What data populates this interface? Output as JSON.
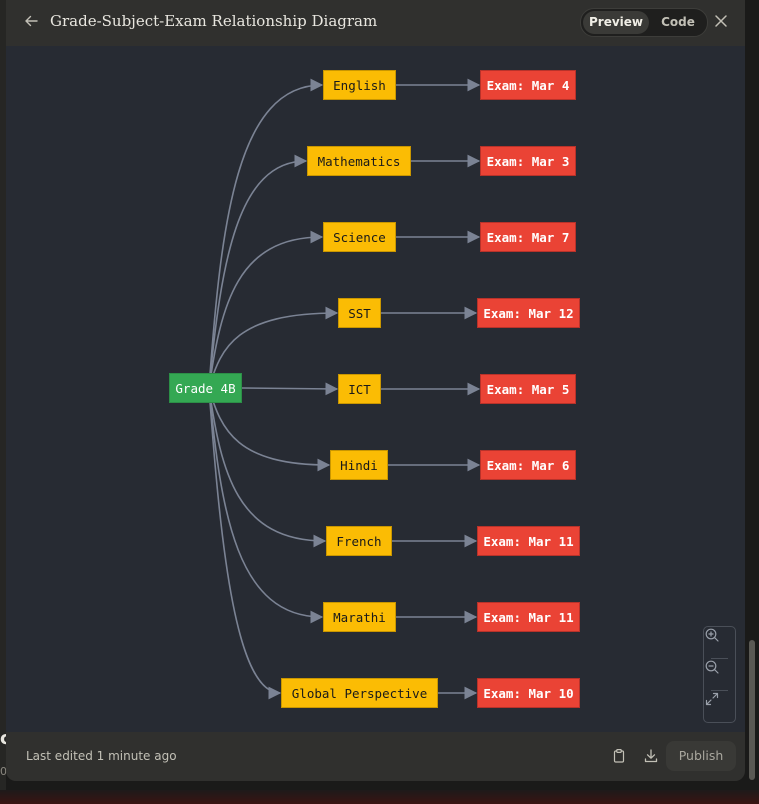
{
  "header": {
    "title": "Grade-Subject-Exam Relationship Diagram",
    "preview_label": "Preview",
    "code_label": "Code"
  },
  "diagram": {
    "root": "Grade 4B",
    "subjects": [
      {
        "name": "English",
        "exam": "Exam: Mar 4"
      },
      {
        "name": "Mathematics",
        "exam": "Exam: Mar 3"
      },
      {
        "name": "Science",
        "exam": "Exam: Mar 7"
      },
      {
        "name": "SST",
        "exam": "Exam: Mar 12"
      },
      {
        "name": "ICT",
        "exam": "Exam: Mar 5"
      },
      {
        "name": "Hindi",
        "exam": "Exam: Mar 6"
      },
      {
        "name": "French",
        "exam": "Exam: Mar 11"
      },
      {
        "name": "Marathi",
        "exam": "Exam: Mar 11"
      },
      {
        "name": "Global Perspective",
        "exam": "Exam: Mar 10"
      }
    ],
    "colors": {
      "root": "#34a853",
      "subject": "#fbbc04",
      "exam": "#ea4335",
      "edge": "#7b8394",
      "canvas": "#272b33"
    }
  },
  "footer": {
    "last_edited": "Last edited 1 minute ago",
    "publish_label": "Publish",
    "icons": [
      "clipboard-icon",
      "download-icon"
    ]
  },
  "zoom_controls": [
    "zoom-in-icon",
    "zoom-out-icon",
    "fit-view-icon"
  ],
  "backdrop": {
    "glyph": "c",
    "glyph2": "0"
  }
}
